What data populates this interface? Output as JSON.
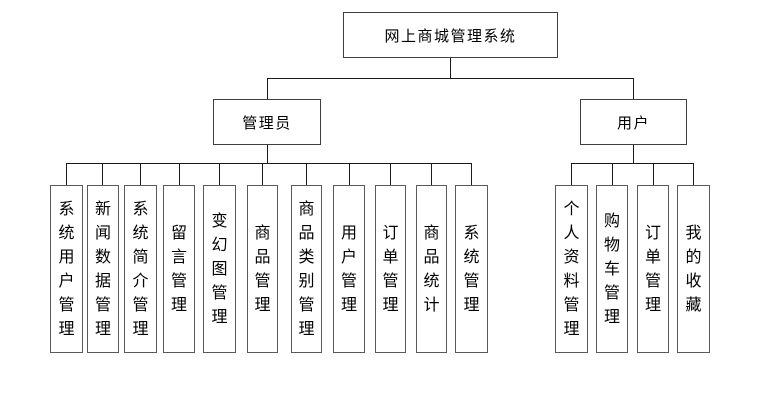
{
  "tree": {
    "root": {
      "label": "网上商城管理系统"
    },
    "admin": {
      "label": "管理员",
      "children": [
        {
          "label": "系统用户管理"
        },
        {
          "label": "新闻数据管理"
        },
        {
          "label": "系统简介管理"
        },
        {
          "label": "留言管理"
        },
        {
          "label": "变幻图管理"
        },
        {
          "label": "商品管理"
        },
        {
          "label": "商品类别管理"
        },
        {
          "label": "用户管理"
        },
        {
          "label": "订单管理"
        },
        {
          "label": "商品统计"
        },
        {
          "label": "系统管理"
        }
      ]
    },
    "user": {
      "label": "用户",
      "children": [
        {
          "label": "个人资料管理"
        },
        {
          "label": "购物车管理"
        },
        {
          "label": "订单管理"
        },
        {
          "label": "我的收藏"
        }
      ]
    },
    "colors": {
      "background": "#ffffff",
      "box_border": "#5a5a5a",
      "connector": "#1a1a1a",
      "text": "#000000"
    }
  }
}
